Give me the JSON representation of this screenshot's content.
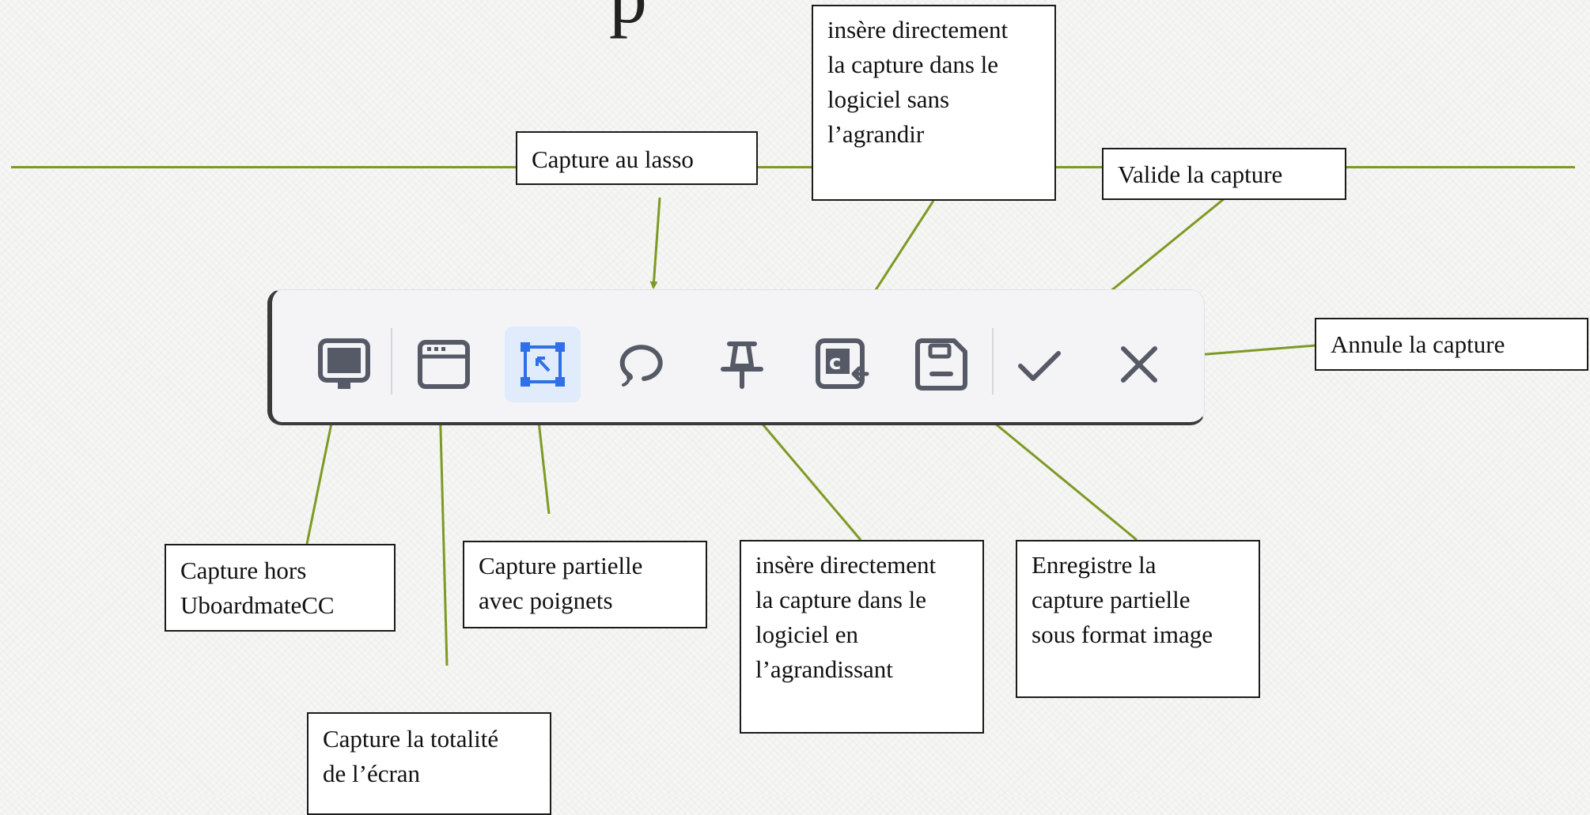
{
  "title_fragment": "p",
  "colors": {
    "accent_green": "#7d9a24",
    "icon_gray": "#555a66",
    "active_blue": "#2f6fe8",
    "active_bg": "#e0ebfc"
  },
  "toolbar": {
    "buttons": [
      {
        "icon": "monitor-icon",
        "state": "default"
      },
      {
        "icon": "window-icon",
        "state": "default"
      },
      {
        "icon": "partial-capture-handles-icon",
        "state": "active"
      },
      {
        "icon": "lasso-icon",
        "state": "default"
      },
      {
        "icon": "pin-icon",
        "state": "default"
      },
      {
        "icon": "insert-capture-icon",
        "state": "default"
      },
      {
        "icon": "save-icon",
        "state": "default"
      },
      {
        "icon": "check-icon",
        "state": "default"
      },
      {
        "icon": "close-icon",
        "state": "default"
      }
    ]
  },
  "callouts": {
    "lasso": [
      "Capture au lasso"
    ],
    "insert_no_zoom": [
      "insère directement",
      "la capture dans le",
      "logiciel sans",
      "l’agrandir"
    ],
    "validate": [
      "Valide la capture"
    ],
    "cancel": [
      "Annule la capture"
    ],
    "outside": [
      "Capture hors",
      "UboardmateCC"
    ],
    "partial": [
      "Capture partielle",
      "avec poignets"
    ],
    "insert_zoom": [
      "insère directement",
      "la capture dans le",
      "logiciel en",
      "l’agrandissant"
    ],
    "save": [
      "Enregistre la",
      "capture partielle",
      "sous format image"
    ],
    "fullscreen": [
      "Capture la totalité",
      "de l’écran"
    ]
  }
}
